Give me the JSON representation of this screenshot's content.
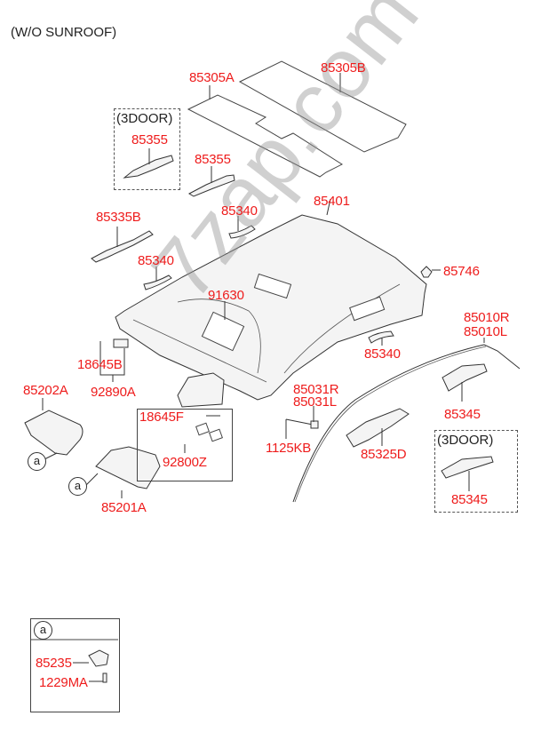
{
  "title": "(W/O SUNROOF)",
  "watermark": "7zap.com",
  "accent_color": "#ee1c1c",
  "option_label": "(3DOOR)",
  "callout_letter": "a",
  "parts": {
    "p85305A": "85305A",
    "p85305B": "85305B",
    "p85355_3door": "85355",
    "p85355": "85355",
    "p85335B": "85335B",
    "p85340_a": "85340",
    "p85401": "85401",
    "p85340_b": "85340",
    "p85746": "85746",
    "p91630": "91630",
    "p85010R": "85010R",
    "p85010L": "85010L",
    "p85340_c": "85340",
    "p18645B": "18645B",
    "p92890A": "92890A",
    "p85202A": "85202A",
    "p85031R": "85031R",
    "p85031L": "85031L",
    "p85345_a": "85345",
    "p18645F": "18645F",
    "p92800Z": "92800Z",
    "p1125KB": "1125KB",
    "p85325D": "85325D",
    "p85201A": "85201A",
    "p85345_3door": "85345",
    "p85235": "85235",
    "p1229MA": "1229MA"
  }
}
